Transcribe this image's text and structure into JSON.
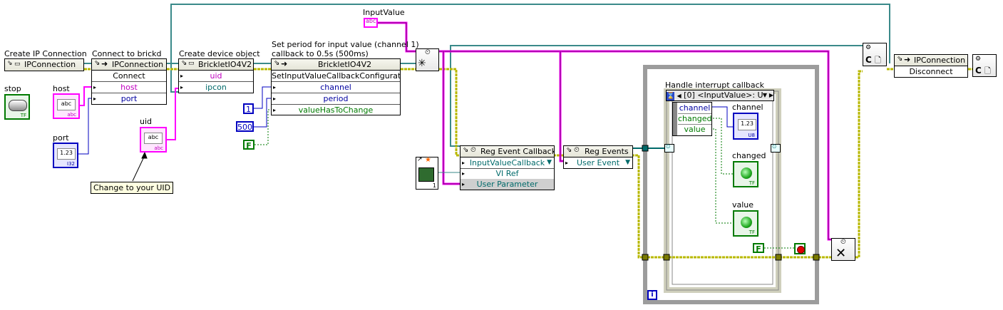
{
  "labels": {
    "create_ip": "Create IP Connection",
    "connect_brickd": "Connect to brickd",
    "create_device": "Create device object",
    "set_period_line1": "Set period for input value (channel 1)",
    "set_period_line2": "callback to 0.5s (500ms)",
    "input_value": "InputValue",
    "stop": "stop",
    "host": "host",
    "port": "port",
    "uid": "uid",
    "change_uid_note": "Change to your UID",
    "handle_interrupt": "Handle interrupt callback",
    "ind_channel": "channel",
    "ind_changed": "changed",
    "ind_value": "value"
  },
  "nodes": {
    "ipconn1": {
      "title": "IPConnection"
    },
    "connect": {
      "title": "IPConnection",
      "method": "Connect",
      "terms": [
        "host",
        "port"
      ]
    },
    "brickletio": {
      "title": "BrickletIO4V2",
      "terms": [
        "uid",
        "ipcon"
      ]
    },
    "setcfg": {
      "title": "BrickletIO4V2",
      "method": "SetInputValueCallbackConfiguration",
      "terms": [
        "channel",
        "period",
        "valueHasToChange"
      ]
    },
    "regcb": {
      "title": "Reg Event Callback",
      "terms": [
        "InputValueCallback",
        "VI Ref",
        "User Parameter"
      ]
    },
    "regev": {
      "title": "Reg Events",
      "terms": [
        "User Event"
      ]
    },
    "disconnect": {
      "title": "IPConnection",
      "method": "Disconnect"
    },
    "event_selector": "[0] <InputValue>: U",
    "unbundle": [
      "channel",
      "changed",
      "value"
    ]
  },
  "constants": {
    "channel": "1",
    "period": "500",
    "value_has_to_change": "F",
    "stop_false": "F",
    "vi_ref_index": "1",
    "loop_i": "i",
    "str_abc": "abc",
    "num_123": "1.23",
    "tf": "TF",
    "u8": "U8",
    "i32": "I32",
    "cls_c": "C"
  },
  "colors": {
    "refwire": "#3a8a8a",
    "stringwire": "#ff00ff",
    "intwire": "#0000c0",
    "boolwire": "#007a00",
    "errorwire": "#b8b800",
    "loop": "#a0a0a0"
  }
}
